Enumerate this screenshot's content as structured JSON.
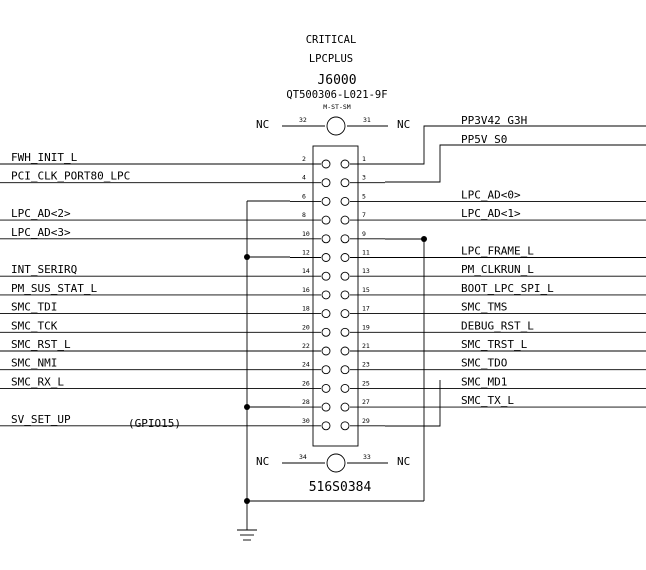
{
  "header": {
    "line1": "CRITICAL",
    "line2": "LPCPLUS",
    "refdes": "J6000",
    "part_number": "QT500306-L021-9F",
    "variant": "M-ST-SM"
  },
  "footer": {
    "part_code": "516S0384"
  },
  "nc_label": "NC",
  "gpio_note": "(GPIO15)",
  "mount_pins": {
    "top_left": "32",
    "top_right": "31",
    "bottom_left": "34",
    "bottom_right": "33"
  },
  "left_pins": [
    {
      "pin": "2",
      "net": "FWH_INIT_L"
    },
    {
      "pin": "4",
      "net": "PCI_CLK_PORT80_LPC"
    },
    {
      "pin": "6",
      "net": ""
    },
    {
      "pin": "8",
      "net": "LPC_AD<2>"
    },
    {
      "pin": "10",
      "net": "LPC_AD<3>"
    },
    {
      "pin": "12",
      "net": ""
    },
    {
      "pin": "14",
      "net": "INT_SERIRQ"
    },
    {
      "pin": "16",
      "net": "PM_SUS_STAT_L"
    },
    {
      "pin": "18",
      "net": "SMC_TDI"
    },
    {
      "pin": "20",
      "net": "SMC_TCK"
    },
    {
      "pin": "22",
      "net": "SMC_RST_L"
    },
    {
      "pin": "24",
      "net": "SMC_NMI"
    },
    {
      "pin": "26",
      "net": "SMC_RX_L"
    },
    {
      "pin": "28",
      "net": ""
    },
    {
      "pin": "30",
      "net": "SV_SET_UP"
    }
  ],
  "right_pins": [
    {
      "pin": "1",
      "net": ""
    },
    {
      "pin": "3",
      "net": ""
    },
    {
      "pin": "5",
      "net": "LPC_AD<0>"
    },
    {
      "pin": "7",
      "net": "LPC_AD<1>"
    },
    {
      "pin": "9",
      "net": ""
    },
    {
      "pin": "11",
      "net": "LPC_FRAME_L"
    },
    {
      "pin": "13",
      "net": "PM_CLKRUN_L"
    },
    {
      "pin": "15",
      "net": "BOOT_LPC_SPI_L"
    },
    {
      "pin": "17",
      "net": "SMC_TMS"
    },
    {
      "pin": "19",
      "net": "DEBUG_RST_L"
    },
    {
      "pin": "21",
      "net": "SMC_TRST_L"
    },
    {
      "pin": "23",
      "net": "SMC_TDO"
    },
    {
      "pin": "25",
      "net": "SMC_MD1"
    },
    {
      "pin": "27",
      "net": "SMC_TX_L"
    },
    {
      "pin": "29",
      "net": ""
    }
  ],
  "power_rails": [
    {
      "net": "PP3V42_G3H"
    },
    {
      "net": "PP5V_S0"
    }
  ]
}
